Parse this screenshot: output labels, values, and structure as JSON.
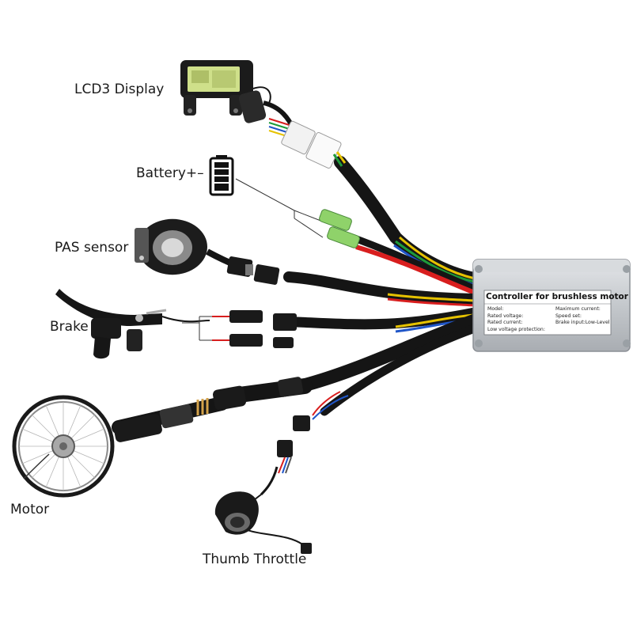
{
  "labels": {
    "lcd": "LCD3 Display",
    "battery": "Battery+–",
    "pas": "PAS sensor",
    "brake": "Brake",
    "motor": "Motor",
    "throttle": "Thumb Throttle"
  },
  "controller": {
    "title": "Controller for brushless motor",
    "rows": [
      {
        "left_key": "Model:",
        "left_val": "",
        "right_key": "Maximum current:",
        "right_val": ""
      },
      {
        "left_key": "Rated voltage:",
        "left_val": "",
        "right_key": "Speed set:",
        "right_val": ""
      },
      {
        "left_key": "Rated current:",
        "left_val": "",
        "right_key": "Brake input:Low-Level",
        "right_val": ""
      },
      {
        "left_key": "Low voltage protection:",
        "left_val": "",
        "right_key": "",
        "right_val": ""
      }
    ]
  },
  "colors": {
    "cable": "#1a1a1a",
    "controller_body": "#c9ccd0",
    "lcd_screen": "#cfe08a",
    "red": "#d81e1e",
    "yellow": "#e6c200",
    "green": "#1e9a3a",
    "blue": "#2056c8",
    "connector_green": "#8fd26a"
  },
  "icons": [
    "battery-icon",
    "lcd-display-icon",
    "pas-sensor-icon",
    "brake-lever-icon",
    "wheel-motor-icon",
    "thumb-throttle-icon",
    "controller-box-icon"
  ]
}
